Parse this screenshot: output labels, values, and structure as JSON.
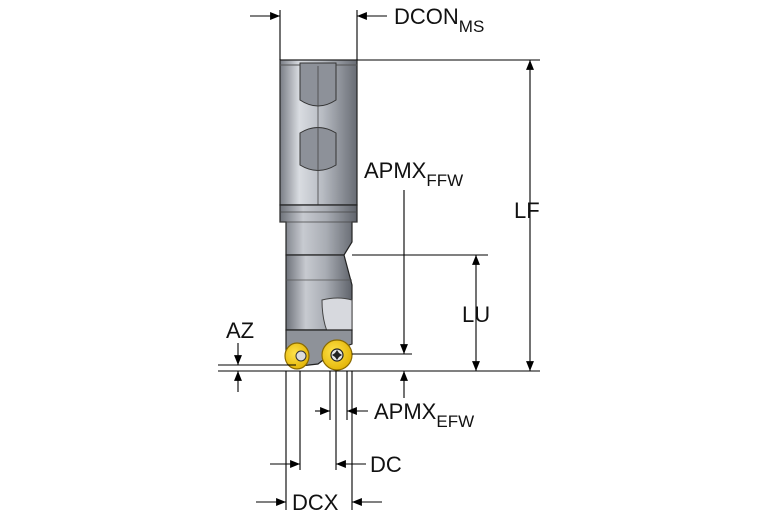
{
  "labels": {
    "dcon": {
      "main": "DCON",
      "sub": "MS"
    },
    "apmx_ffw": {
      "main": "APMX",
      "sub": "FFW"
    },
    "lf": {
      "main": "LF"
    },
    "lu": {
      "main": "LU"
    },
    "az": {
      "main": "AZ"
    },
    "apmx_efw": {
      "main": "APMX",
      "sub": "EFW"
    },
    "dc": {
      "main": "DC"
    },
    "dcx": {
      "main": "DCX"
    }
  },
  "colors": {
    "line": "#000000",
    "tool_body_light": "#c9ccd2",
    "tool_body_dark": "#6c7079",
    "insert": "#f2c500",
    "insert_edge": "#b38a00"
  }
}
